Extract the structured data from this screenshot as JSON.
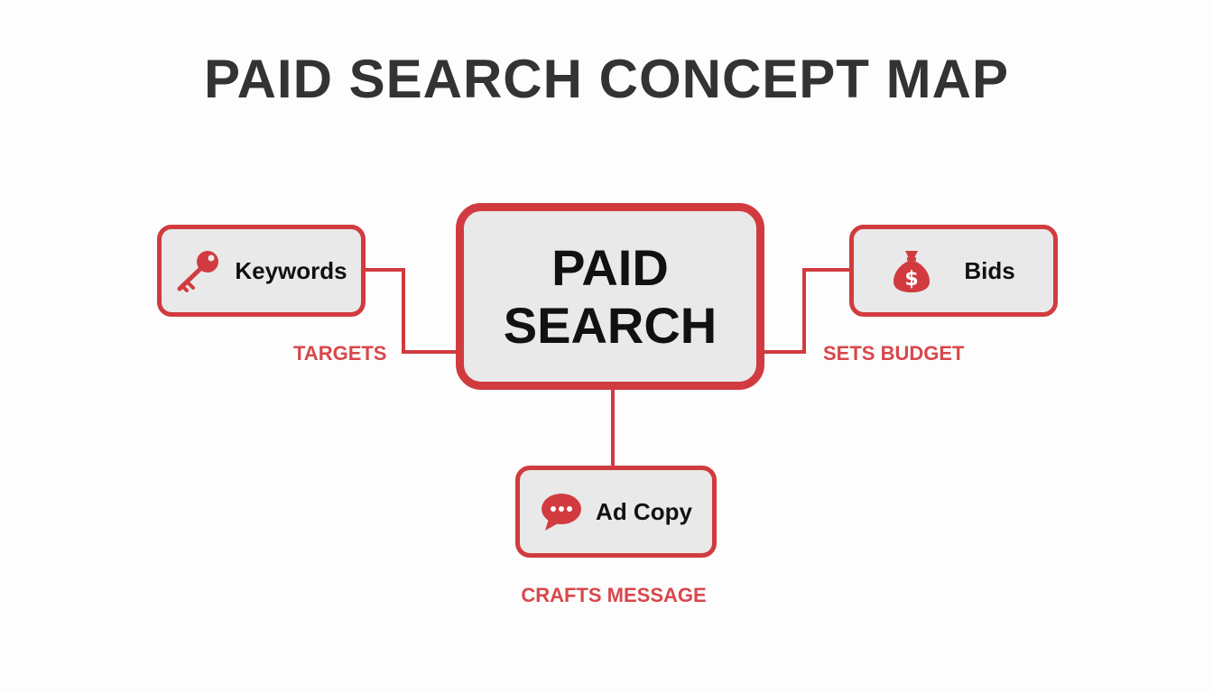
{
  "title": "PAID SEARCH CONCEPT MAP",
  "colors": {
    "accent": "#d13b40",
    "label": "#d9474b",
    "node_fill": "#e9e9e9",
    "title": "#333333"
  },
  "center": {
    "line1": "PAID",
    "line2": "SEARCH"
  },
  "nodes": {
    "keywords": {
      "label": "Keywords",
      "icon": "key-icon"
    },
    "bids": {
      "label": "Bids",
      "icon": "money-bag-icon"
    },
    "adcopy": {
      "label": "Ad Copy",
      "icon": "chat-bubble-icon"
    }
  },
  "edges": {
    "targets": "TARGETS",
    "sets_budget": "SETS BUDGET",
    "crafts_message": "CRAFTS MESSAGE"
  }
}
